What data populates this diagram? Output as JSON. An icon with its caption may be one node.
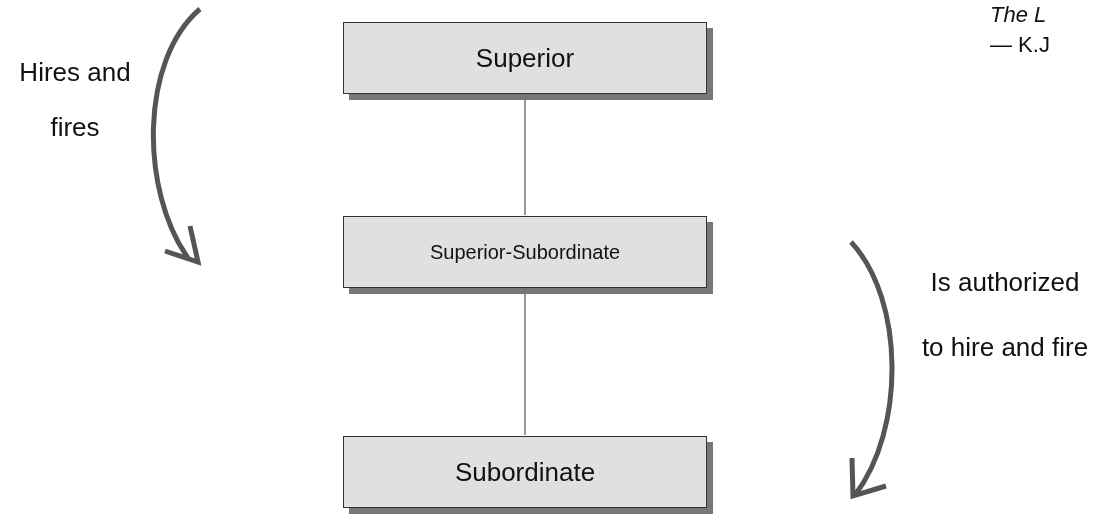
{
  "diagram": {
    "nodes": [
      {
        "text": [
          "Superior"
        ]
      },
      {
        "text": [
          "Superior-Subordinate"
        ]
      },
      {
        "text": [
          "Subordinate"
        ]
      }
    ],
    "edges": [
      {
        "from": 0,
        "to": 1,
        "arrow": "none"
      },
      {
        "from": 1,
        "to": 2,
        "arrow": "none"
      }
    ],
    "labels": [
      "The L",
      "— K.J",
      "Hires and fires",
      "Is authorized to hire and fire"
    ]
  }
}
